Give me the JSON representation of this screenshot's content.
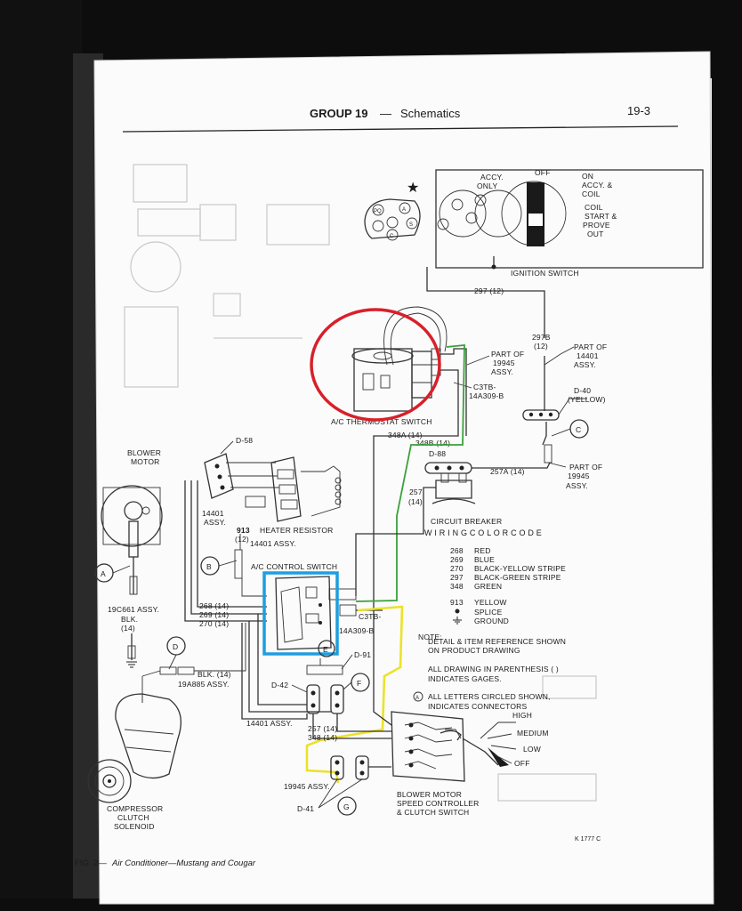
{
  "page": {
    "header_group": "GROUP 19",
    "header_sep": " — ",
    "header_title": "Schematics",
    "page_number": "19-3",
    "figure_caption_prefix": "FIG. 2—",
    "figure_caption": "Air Conditioner—Mustang and Cougar",
    "figure_code": "K 1777 C"
  },
  "components": {
    "ignition_switch": "IGNITION SWITCH",
    "accy_only_1": "ACCY.",
    "accy_only_2": "ONLY",
    "off": "OFF",
    "on_accy_coil_1": "ON",
    "on_accy_coil_2": "ACCY. &",
    "on_accy_coil_3": "COIL",
    "coil_start_1": "COIL",
    "coil_start_2": "START &",
    "coil_start_3": "PROVE",
    "coil_start_4": "OUT",
    "thermostat_switch": "A/C THERMOSTAT SWITCH",
    "part_of_19945_1": "PART OF",
    "part_of_19945_2": "19945",
    "part_of_19945_3": "ASSY.",
    "c3tb_top_1": "C3TB-",
    "c3tb_top_2": "14A309-B",
    "part_of_14401_1": "PART OF",
    "part_of_14401_2": "14401",
    "part_of_14401_3": "ASSY.",
    "d40": "D-40",
    "d40_color": "(YELLOW)",
    "blower_motor_1": "BLOWER",
    "blower_motor_2": "MOTOR",
    "d58": "D-58",
    "assy_14401_1": "14401",
    "assy_14401_2": "ASSY.",
    "heater_resistor": "HEATER RESISTOR",
    "w913_num": "913",
    "w913_gage": "(12)",
    "assy_14401_b": "14401 ASSY.",
    "ac_control_switch": "A/C CONTROL SWITCH",
    "d88": "D-88",
    "part_of_19945_b1": "PART OF",
    "part_of_19945_b2": "19945",
    "part_of_19945_b3": "ASSY.",
    "circuit_breaker": "CIRCUIT BREAKER",
    "assy_19c661": "19C661 ASSY.",
    "blk_14_a1": "BLK.",
    "blk_14_a2": "(14)",
    "c3tb_mid_1": "C3TB-",
    "c3tb_mid_2": "14A309-B",
    "d91": "D-91",
    "blk_14_b": "BLK. (14)",
    "assy_19a885": "19A885 ASSY.",
    "d42": "D-42",
    "assy_14401_c": "14401 ASSY.",
    "assy_19945": "19945 ASSY.",
    "d41": "D-41",
    "compressor_1": "COMPRESSOR",
    "compressor_2": "CLUTCH",
    "compressor_3": "SOLENOID",
    "blower_ctrl_1": "BLOWER MOTOR",
    "blower_ctrl_2": "SPEED CONTROLLER",
    "blower_ctrl_3": "& CLUTCH SWITCH",
    "speed_high": "HIGH",
    "speed_medium": "MEDIUM",
    "speed_low": "LOW",
    "speed_off": "OFF"
  },
  "wires": {
    "w297_12": "297 (12)",
    "w297b_1": "297B",
    "w297b_2": "(12)",
    "w348a_14": "348A (14)",
    "w348b_14": "348B (14)",
    "w257a_14": "257A (14)",
    "w257_1": "257",
    "w257_2": "(14)",
    "w268_14": "268 (14)",
    "w269_14": "269 (14)",
    "w270_14": "270 (14)",
    "w257_14": "257 (14)",
    "w348_14": "348 (14)"
  },
  "connectors": {
    "A": "A",
    "B": "B",
    "C": "C",
    "D": "D",
    "E": "E",
    "F": "F",
    "G": "G",
    "star": "★",
    "plug_pq": "PQ",
    "plug_a": "A",
    "plug_s": "S",
    "plug_c": "C"
  },
  "color_code": {
    "title": "W I R I N G   C O L O R   C O D E",
    "rows": [
      {
        "num": "268",
        "color": "RED"
      },
      {
        "num": "269",
        "color": "BLUE"
      },
      {
        "num": "270",
        "color": "BLACK-YELLOW STRIPE"
      },
      {
        "num": "297",
        "color": "BLACK-GREEN STRIPE"
      },
      {
        "num": "348",
        "color": "GREEN"
      },
      {
        "num": "913",
        "color": "YELLOW"
      }
    ],
    "splice_label": "SPLICE",
    "ground_label": "GROUND"
  },
  "notes": {
    "title": "NOTE:",
    "n1a": "DETAIL & ITEM REFERENCE SHOWN",
    "n1b": "ON PRODUCT DRAWING",
    "n2a": "ALL DRAWING IN PARENTHESIS ( )",
    "n2b": "INDICATES GAGES.",
    "n3a": "ALL LETTERS CIRCLED SHOWN,",
    "n3b": "INDICATES CONNECTORS"
  },
  "annotation_colors": {
    "red_circle": "#d8202a",
    "blue_box": "#1e9ee0",
    "green_wire": "#3ba03b",
    "yellow_wire": "#ece22a",
    "page_black": "#0d0d0d"
  }
}
